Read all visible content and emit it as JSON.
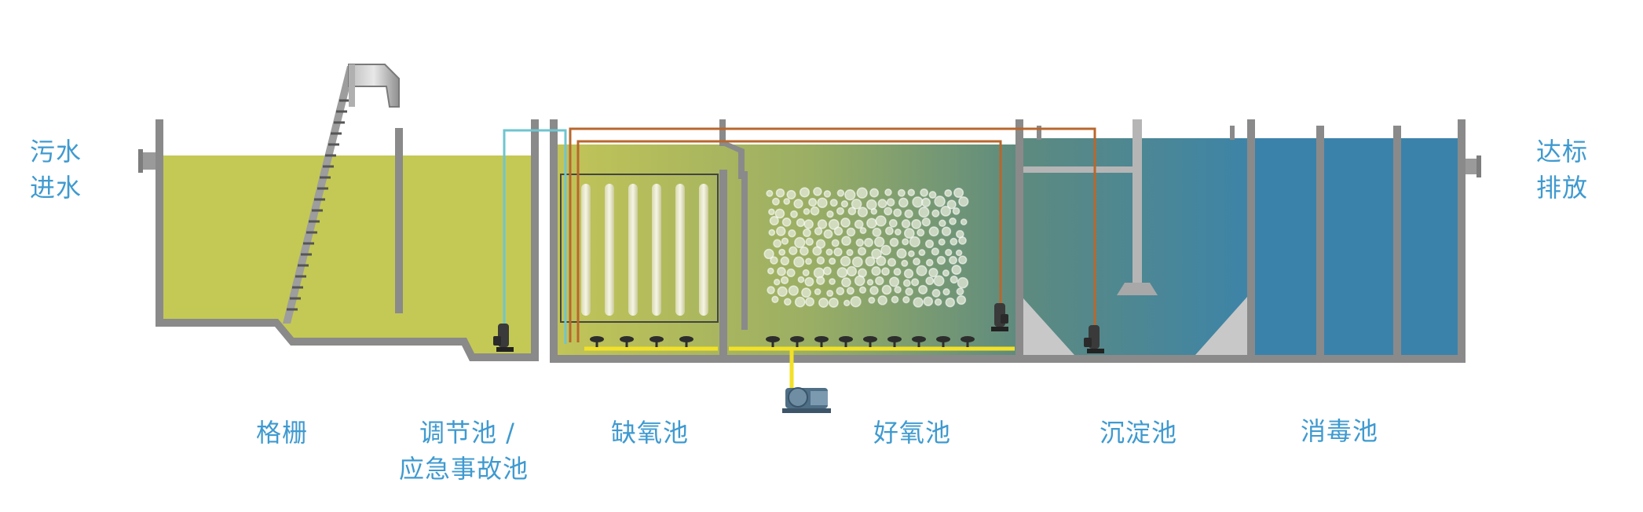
{
  "labels": {
    "inlet_line1": "污水",
    "inlet_line2": "进水",
    "outlet_line1": "达标",
    "outlet_line2": "排放",
    "screen": "格栅",
    "equalization_line1": "调节池 /",
    "equalization_line2": "应急事故池",
    "anoxic": "缺氧池",
    "aerobic": "好氧池",
    "sedimentation": "沉淀池",
    "disinfection": "消毒池"
  },
  "colors": {
    "label": "#3f9ad0",
    "screen_water": "#c4c955",
    "bio_water_start": "#c2c457",
    "bio_water_end": "#5d8a7f",
    "clear_water": "#3b82ab",
    "wall": "#8a8a8a",
    "air_pipe": "#f2e126",
    "recycle_pipe": "#b9672d",
    "lift_pipe": "#6fc5cf"
  },
  "icons": [
    "submersible-pump-icon",
    "air-blower-icon",
    "screen-rake-icon",
    "membrane-module-icon",
    "aeration-diffuser-icon"
  ]
}
